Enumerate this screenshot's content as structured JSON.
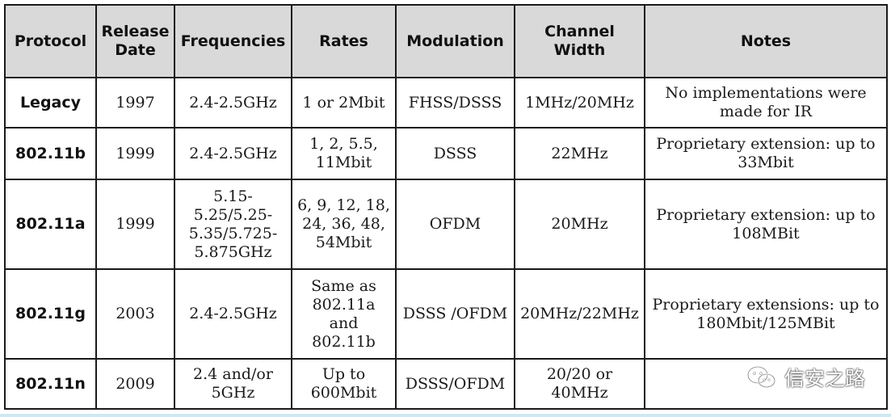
{
  "table": {
    "headers": [
      [
        "Protocol"
      ],
      [
        "Release",
        "Date"
      ],
      [
        "Frequencies"
      ],
      [
        "Rates"
      ],
      [
        "Modulation"
      ],
      [
        "Channel",
        "Width"
      ],
      [
        "Notes"
      ]
    ],
    "rows": [
      {
        "protocol": "Legacy",
        "release_date": "1997",
        "frequencies": [
          "2.4-2.5GHz"
        ],
        "rates": [
          "1 or 2Mbit"
        ],
        "modulation": "FHSS/DSSS",
        "channel_width": [
          "1MHz/20MHz"
        ],
        "notes": [
          "No implementations were",
          "made for IR"
        ]
      },
      {
        "protocol": "802.11b",
        "release_date": "1999",
        "frequencies": [
          "2.4-2.5GHz"
        ],
        "rates": [
          "1, 2, 5.5,",
          "11Mbit"
        ],
        "modulation": "DSSS",
        "channel_width": [
          "22MHz"
        ],
        "notes": [
          "Proprietary extension: up to",
          "33Mbit"
        ]
      },
      {
        "protocol": "802.11a",
        "release_date": "1999",
        "frequencies": [
          "5.15-",
          "5.25/5.25-",
          "5.35/5.725-",
          "5.875GHz"
        ],
        "rates": [
          "6, 9, 12, 18,",
          "24, 36, 48,",
          "54Mbit"
        ],
        "modulation": "OFDM",
        "channel_width": [
          "20MHz"
        ],
        "notes": [
          "Proprietary extension: up to",
          "108MBit"
        ]
      },
      {
        "protocol": "802.11g",
        "release_date": "2003",
        "frequencies": [
          "2.4-2.5GHz"
        ],
        "rates": [
          "Same as",
          "802.11a",
          "and",
          "802.11b"
        ],
        "modulation": "DSSS /OFDM",
        "channel_width": [
          "20MHz/22MHz"
        ],
        "notes": [
          "Proprietary extensions: up to",
          "180Mbit/125MBit"
        ]
      },
      {
        "protocol": "802.11n",
        "release_date": "2009",
        "frequencies": [
          "2.4 and/or",
          "5GHz"
        ],
        "rates": [
          "Up to",
          "600Mbit"
        ],
        "modulation": "DSSS/OFDM",
        "channel_width": [
          "20/20 or",
          "40MHz"
        ],
        "notes": []
      }
    ]
  },
  "watermark": {
    "icon": "wechat-icon",
    "text": "信安之路"
  },
  "colors": {
    "header_bg": "#d9d9d9",
    "border": "#1a1a1a"
  }
}
